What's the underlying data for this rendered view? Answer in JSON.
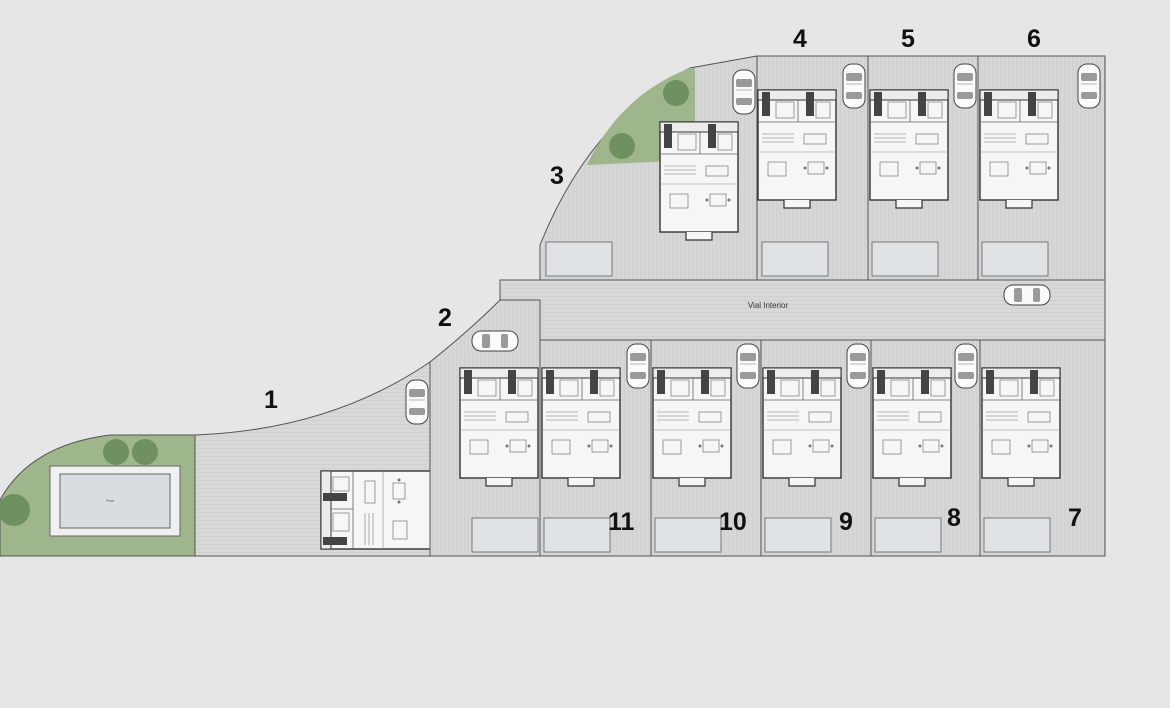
{
  "road": {
    "label": "Vial Interior"
  },
  "lots": [
    {
      "id": "lot-1",
      "number": "1"
    },
    {
      "id": "lot-2",
      "number": "2"
    },
    {
      "id": "lot-3",
      "number": "3"
    },
    {
      "id": "lot-4",
      "number": "4"
    },
    {
      "id": "lot-5",
      "number": "5"
    },
    {
      "id": "lot-6",
      "number": "6"
    },
    {
      "id": "lot-7",
      "number": "7"
    },
    {
      "id": "lot-8",
      "number": "8"
    },
    {
      "id": "lot-9",
      "number": "9"
    },
    {
      "id": "lot-10",
      "number": "10"
    },
    {
      "id": "lot-11",
      "number": "11"
    }
  ],
  "pool": {
    "label": "Pool"
  },
  "colors": {
    "background": "#e6e6e6",
    "lot_fill": "#d9d9d9",
    "road_fill": "#d2d2d2",
    "house_fill": "#f5f5f5",
    "garden_green": "#9fb58c",
    "pool_fill": "#d7dde0",
    "line": "#555555"
  }
}
